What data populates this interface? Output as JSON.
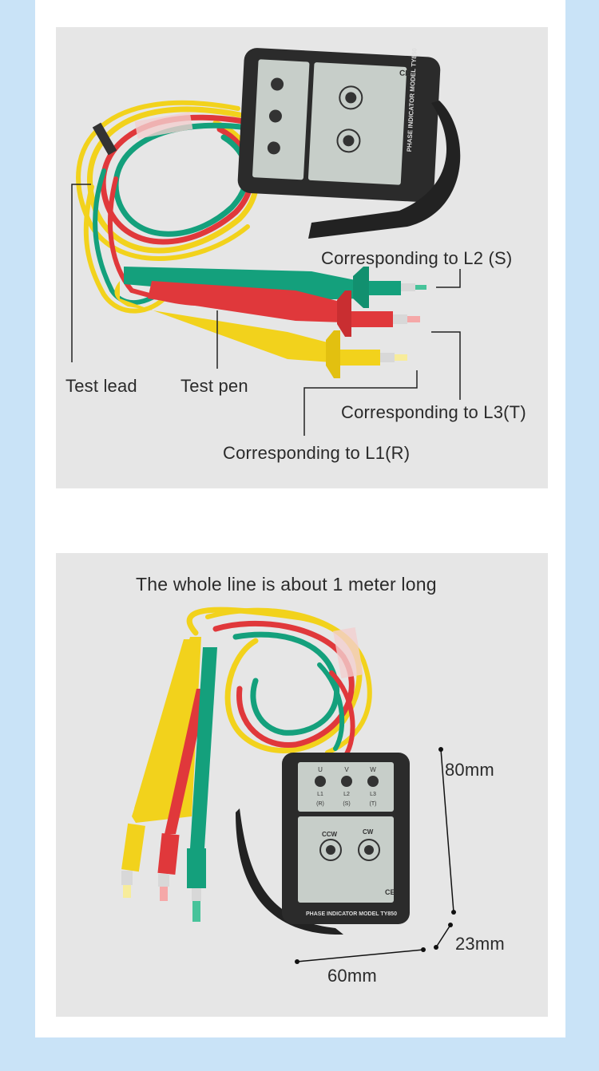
{
  "panel1": {
    "labels": {
      "test_lead": "Test lead",
      "test_pen": "Test pen",
      "l2": "Corresponding to L2 (S)",
      "l3": "Corresponding to L3(T)",
      "l1": "Corresponding to L1(R)"
    }
  },
  "panel2": {
    "heading": "The whole line is about 1 meter long",
    "dims": {
      "height": "80mm",
      "depth": "23mm",
      "width": "60mm"
    }
  },
  "device": {
    "model": "PHASE INDICATOR MODEL TY850",
    "ce": "CE",
    "phase_letters": [
      "U",
      "V",
      "W"
    ],
    "phase_lines": [
      "L1",
      "L2",
      "L3"
    ],
    "phase_codes": [
      "(R)",
      "(S)",
      "(T)"
    ],
    "rotation": [
      "CW",
      "CCW"
    ]
  },
  "colors": {
    "page_border": "#c9e3f7",
    "panel": "#e6e6e6",
    "lead_yellow": "#f2d21c",
    "lead_red": "#e0383b",
    "lead_green": "#14a07c",
    "device_body": "#2b2b2b",
    "device_face": "#c7cec9"
  }
}
